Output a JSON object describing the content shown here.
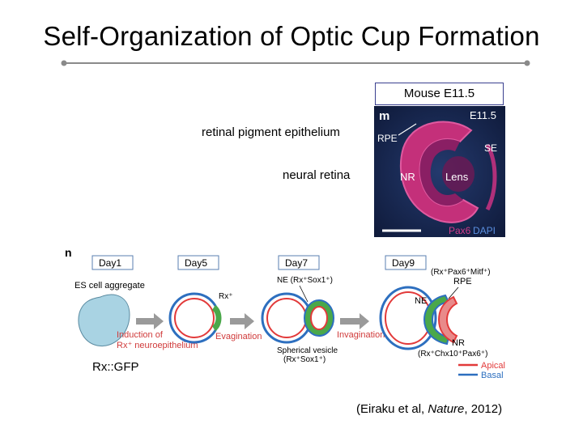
{
  "slide": {
    "title": "Self-Organization of Optic Cup Formation",
    "mouse_label": "Mouse E11.5",
    "label_rpe": "retinal pigment epithelium",
    "label_nr": "neural retina",
    "rx_gfp": "Rx::GFP",
    "citation_prefix": "(Eiraku et al, ",
    "citation_journal": "Nature",
    "citation_suffix": ", 2012)"
  },
  "micrograph": {
    "panel_letter": "m",
    "stage": "E11.5",
    "rpe": "RPE",
    "se": "SE",
    "nr": "NR",
    "lens": "Lens",
    "stain_pax6": "Pax6",
    "stain_dapi": "DAPI"
  },
  "diagram": {
    "panel_letter": "n",
    "day1": "Day1",
    "day5": "Day5",
    "day7": "Day7",
    "day9": "Day9",
    "es_aggregate": "ES cell aggregate",
    "induction_1": "Induction of",
    "induction_2": "Rx⁺ neuroepithelium",
    "rx_plus": "Rx⁺",
    "evagination": "Evagination",
    "ne_label": "NE (Rx⁺Sox1⁺)",
    "invagination": "Invagination",
    "spherical_1": "Spherical vesicle",
    "spherical_2": "(Rx⁺Sox1⁺)",
    "ne_inner": "NE",
    "rpe_markers": "(Rx⁺Pax6⁺Mitf⁺)",
    "rpe": "RPE",
    "nr": "NR",
    "nr_markers": "(Rx⁺Chx10⁺Pax6⁺)",
    "legend_apical": "Apical",
    "legend_basal": "Basal",
    "colors": {
      "apical": "#e23a3a",
      "basal": "#2d6fbf",
      "rpe": "#4aa84a",
      "es": "#a9d3e3",
      "arrow": "#9a9a9a"
    }
  }
}
